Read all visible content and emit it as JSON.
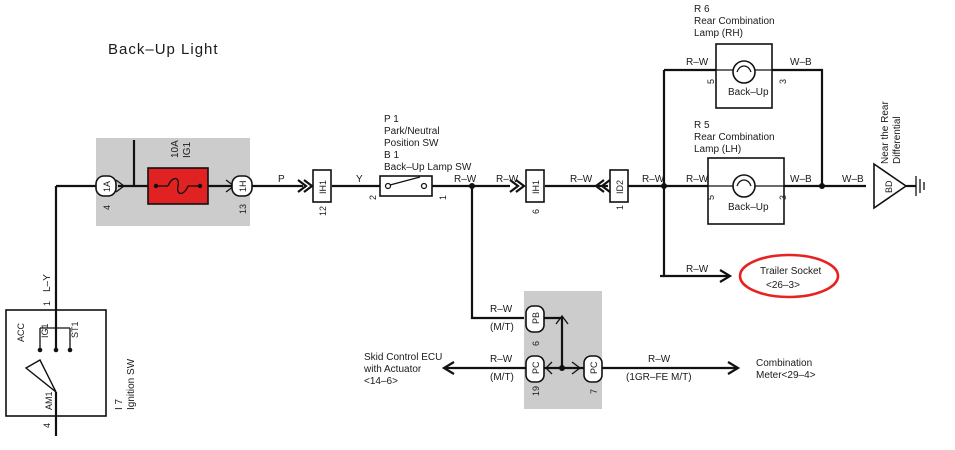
{
  "title": "Back–Up Light",
  "fuse": {
    "rating": "10A",
    "name": "IG1"
  },
  "connectors": {
    "c1A": "1A",
    "c1A_pin": "4",
    "c1H": "1H",
    "c1H_pin": "13",
    "cIH1a": "IH1",
    "cIH1a_pin": "12",
    "cIH1b": "IH1",
    "cIH1b_pin": "6",
    "cID2": "ID2",
    "cID2_pin": "1",
    "cBD": "BD",
    "cPB": "PB",
    "cPB_pin": "6",
    "cPC1": "PC",
    "cPC1_pin": "19",
    "cPC2": "PC",
    "cPC2_pin": "7"
  },
  "wires": {
    "p": "P",
    "y": "Y",
    "rw1": "R–W",
    "rw2": "R–W",
    "rw3": "R–W",
    "rw4": "R–W",
    "rw_r6": "R–W",
    "wb_r6": "W–B",
    "rw_r5": "R–W",
    "wb_r5": "W–B",
    "wb_gnd": "W–B",
    "rw_trailer": "R–W",
    "ly": "L–Y",
    "rw_pb": "R–W",
    "mt1": "(M/T)",
    "rw_pc": "R–W",
    "mt2": "(M/T)",
    "rw_meter": "R–W",
    "gr": "(1GR–FE M/T)"
  },
  "switch_p1": {
    "code": "P 1",
    "name1": "Park/Neutral",
    "name2": "Position SW",
    "code2": "B 1",
    "name3": "Back–Up Lamp SW",
    "pin_l": "2",
    "pin_r": "1"
  },
  "lamp_r6": {
    "code": "R 6",
    "name1": "Rear Combination",
    "name2": "Lamp (RH)",
    "inner": "Back–Up",
    "pin_l": "5",
    "pin_r": "3"
  },
  "lamp_r5": {
    "code": "R 5",
    "name1": "Rear Combination",
    "name2": "Lamp (LH)",
    "inner": "Back–Up",
    "pin_l": "5",
    "pin_r": "3"
  },
  "ground": {
    "line1": "Near the Rear",
    "line2": "Differential"
  },
  "trailer": {
    "line1": "Trailer Socket",
    "line2": "<26–3>"
  },
  "skid": {
    "line1": "Skid Control ECU",
    "line2": "with Actuator",
    "line3": "<14–6>"
  },
  "meter": {
    "line1": "Combination",
    "line2": "Meter<29–4>"
  },
  "ignition": {
    "code": "I 7",
    "name": "Ignition SW",
    "acc": "ACC",
    "ig1": "IG1",
    "st1": "ST1",
    "am1": "AM1",
    "pin_top": "1",
    "pin_bottom": "4"
  },
  "colors": {
    "fuse_red": "#e02222",
    "shade": "#cccccc",
    "highlight": "#e8231f"
  }
}
